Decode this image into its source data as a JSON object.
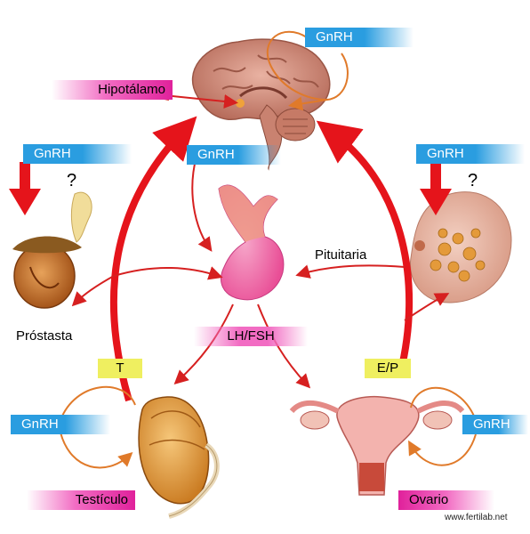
{
  "labels": {
    "gnrh_top": "GnRH",
    "hipotalamo": "Hipotálamo",
    "gnrh_center": "GnRH",
    "gnrh_left": "GnRH",
    "gnrh_right": "GnRH",
    "question_left": "?",
    "question_right": "?",
    "pituitaria": "Pituitaria",
    "prostata": "Próstasta",
    "lhfsh": "LH/FSH",
    "t": "T",
    "ep": "E/P",
    "gnrh_bottom_left": "GnRH",
    "gnrh_bottom_right": "GnRH",
    "testiculo": "Testículo",
    "ovario": "Ovario",
    "credit": "www.fertilab.net"
  },
  "colors": {
    "arrow_red": "#e5141b",
    "arrow_orange": "#e07a2a",
    "gnrh_blue": "#2a9de0",
    "label_pink": "#e0219b",
    "label_yellow": "#efef60"
  }
}
